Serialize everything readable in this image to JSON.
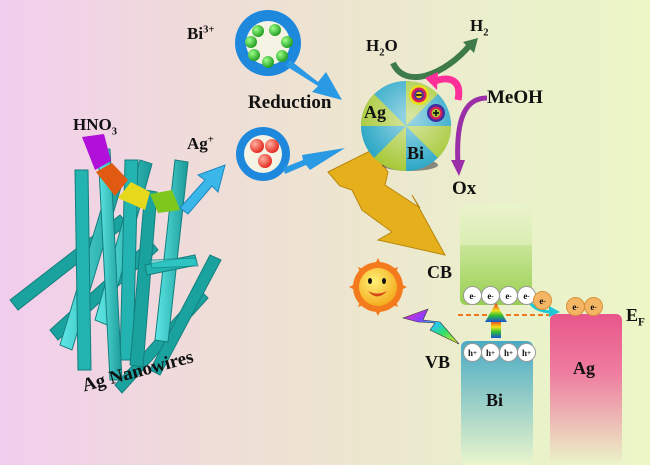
{
  "title": "Ag nanowire to Ag/Bi photocatalyst schematic",
  "labels": {
    "bi_ion": {
      "base": "Bi",
      "sup": "3+"
    },
    "ag_ion": {
      "base": "Ag",
      "sup": "+"
    },
    "hno3": {
      "base": "HNO",
      "sub": "3"
    },
    "reduction": "Reduction",
    "h2o": {
      "a": "H",
      "sub": "2",
      "b": "O"
    },
    "h2": {
      "base": "H",
      "sub": "2"
    },
    "meoh": "MeOH",
    "ox": "Ox",
    "sphere_ag": "Ag",
    "sphere_bi": "Bi",
    "ag_nanowires": "Ag Nanowires",
    "cb": "CB",
    "vb": "VB",
    "ef": {
      "base": "E",
      "sub": "F"
    },
    "band_bi": "Bi",
    "band_ag": "Ag"
  },
  "electrons_cb": [
    "e",
    "e",
    "e",
    "e"
  ],
  "electron_sup": "-",
  "electrons_transfer": [
    "e",
    "e",
    "e"
  ],
  "holes_vb": [
    "h",
    "h",
    "h",
    "h"
  ],
  "hole_sup": "+",
  "colors": {
    "bg_left": "#f2cdee",
    "bg_right": "#ecf6c6",
    "nanowire": "#2fbdbd",
    "ion_ring": "#1e8fe0",
    "bi_ion_ball": "#2fb52f",
    "ag_ion_ball": "#ee3a2a",
    "cb_band": "#9fd45a",
    "vb_band": "#4fb3c9",
    "ag_band": "#e9588a",
    "fermi_line": "#f07a24",
    "big_arrow": "#e8b21e"
  }
}
